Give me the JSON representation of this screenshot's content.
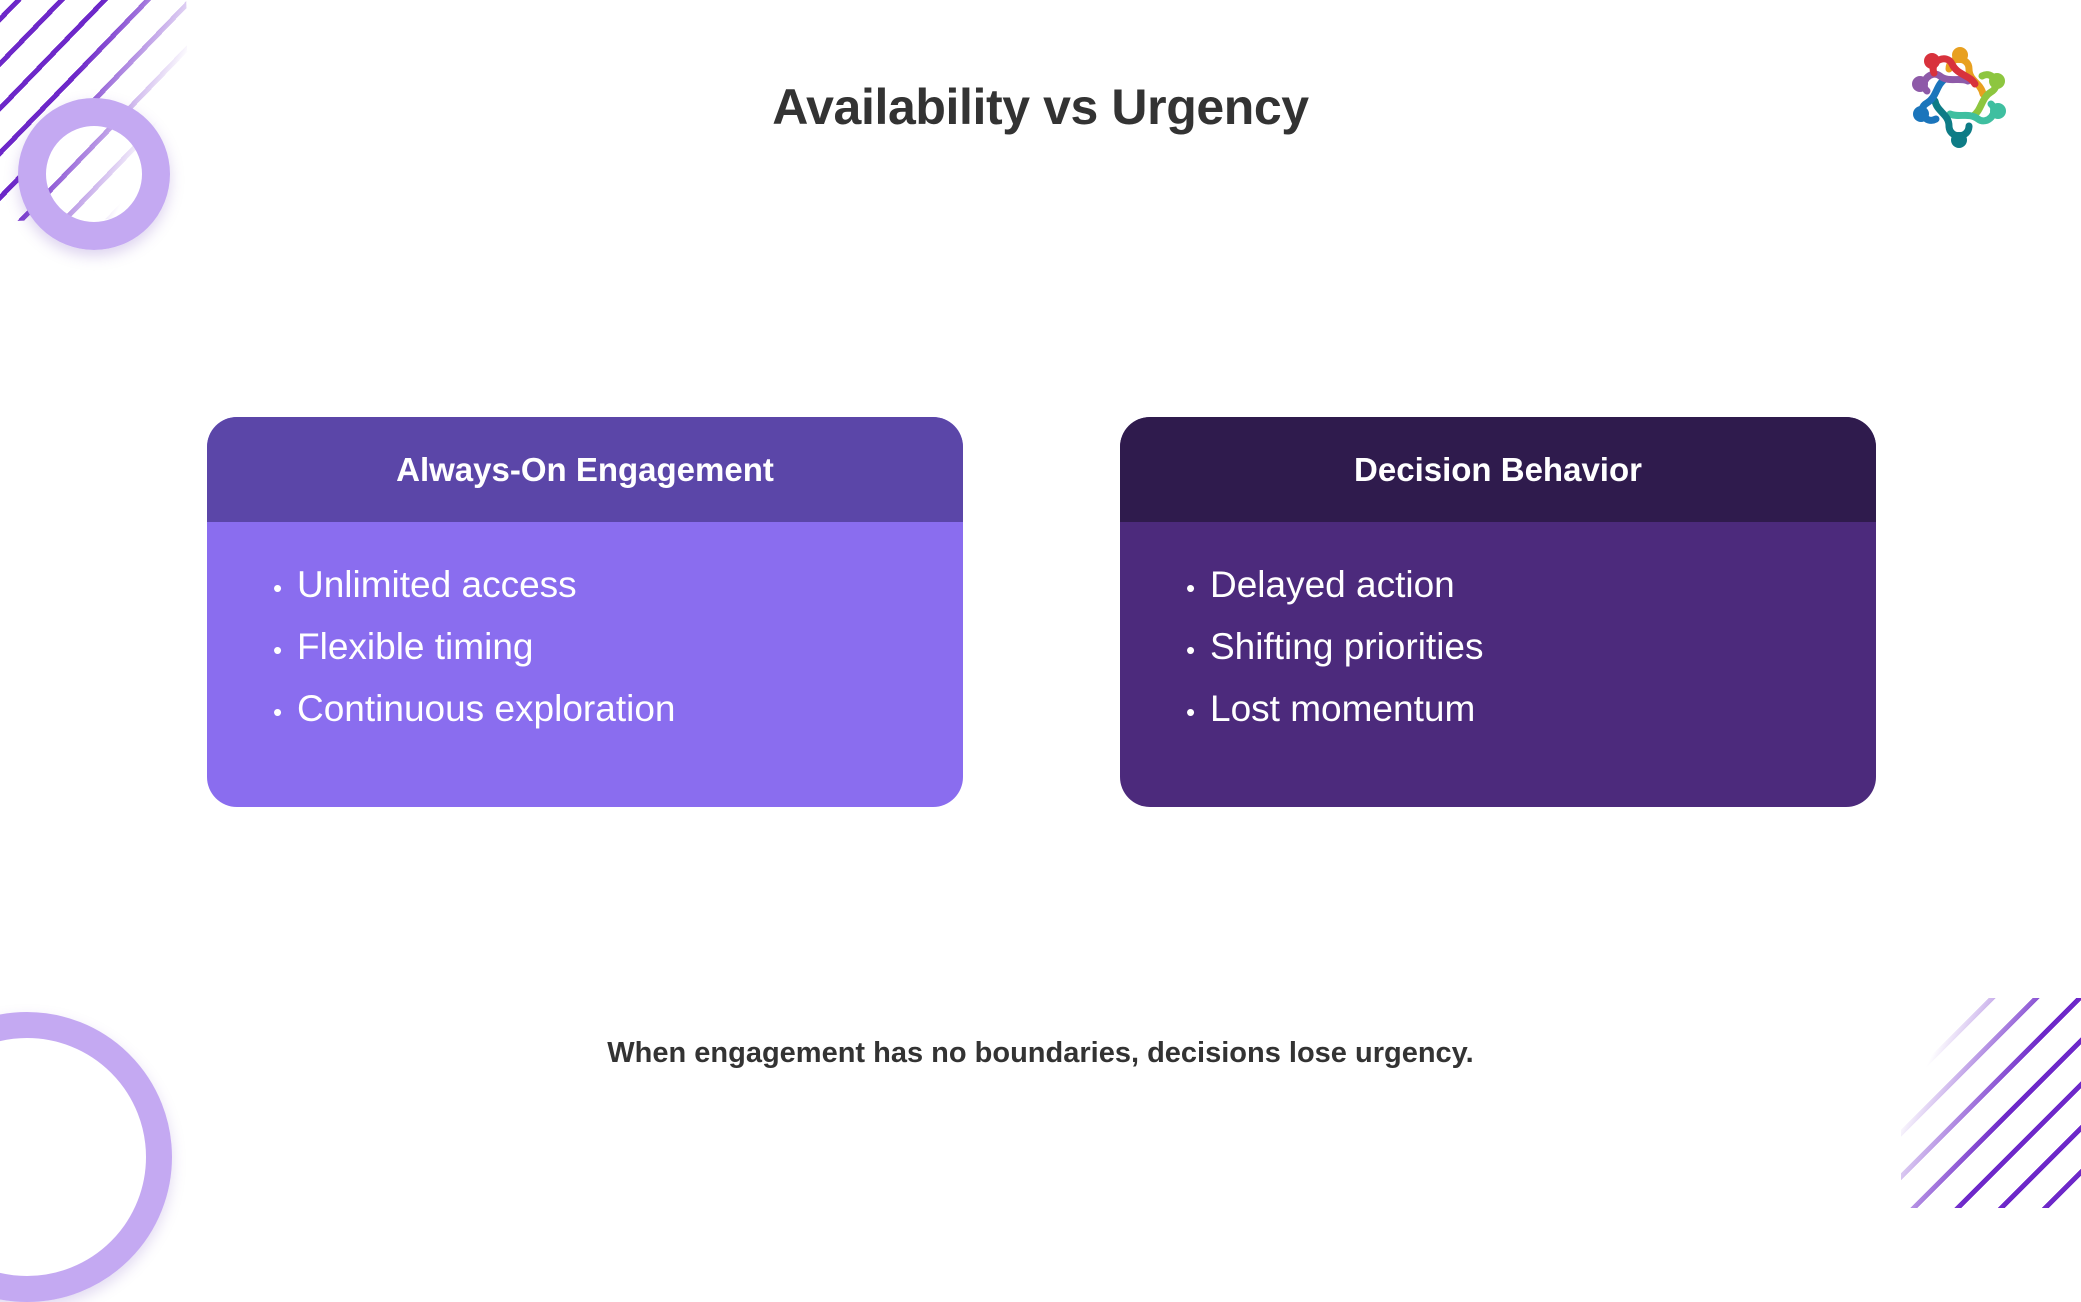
{
  "slide": {
    "title": "Availability vs Urgency",
    "footer_note": "When engagement has no boundaries, decisions lose urgency.",
    "background_color": "#FFFFFF",
    "title_color": "#333333"
  },
  "logo": {
    "name": "teamwork-circle-logo",
    "colors": [
      "#E8A020",
      "#8DC63F",
      "#3FBFA0",
      "#0E7C86",
      "#1B75BB",
      "#8E5AA8",
      "#D8323C"
    ]
  },
  "decorations": {
    "top_left_stripes": "diagonal-stripes",
    "top_left_ring": "ring",
    "bottom_left_ring": "ring",
    "bottom_right_stripes": "diagonal-stripes",
    "stripe_color": "#6D28C9",
    "ring_color": "#C4A9F2"
  },
  "cards": [
    {
      "title": "Always-On Engagement",
      "header_color": "#5B46A8",
      "body_color": "#8A6DEF",
      "bullet_glyph": "•",
      "bullets": [
        "Unlimited access",
        "Flexible timing",
        "Continuous exploration"
      ]
    },
    {
      "title": "Decision Behavior",
      "header_color": "#2F1B4D",
      "body_color": "#4C2A7C",
      "bullet_glyph": "•",
      "bullets": [
        "Delayed action",
        "Shifting priorities",
        "Lost momentum"
      ]
    }
  ]
}
